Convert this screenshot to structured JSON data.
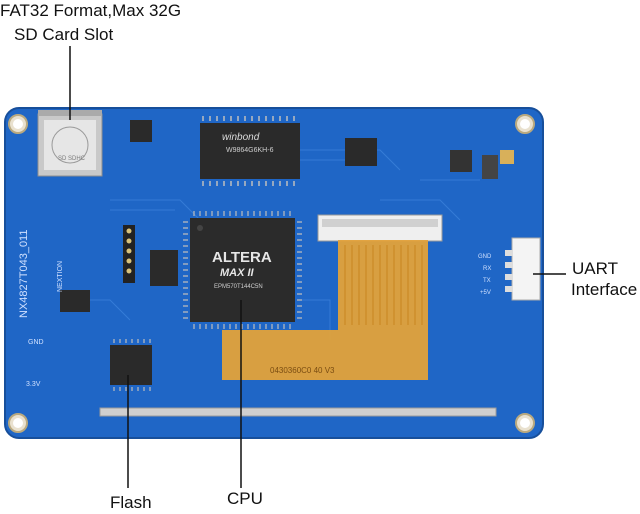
{
  "labels": {
    "sd_format": "FAT32 Format,Max 32G",
    "sd_slot": "SD Card Slot",
    "uart_line1": "UART",
    "uart_line2": "Interface",
    "flash": "Flash",
    "cpu": "CPU"
  },
  "board": {
    "model": "NX4827T043_011",
    "brand": "NEXTION",
    "cpu_brand": "ALTERA",
    "cpu_series": "MAX II",
    "cpu_part": "EPM570T144C5N",
    "ram_brand": "winbond",
    "ram_part": "W9864G6KH-6",
    "fpc_code": "0430360C0 40 V3",
    "uart_pins": [
      "GND",
      "RX",
      "TX",
      "+5V"
    ],
    "gnd_label": "GND",
    "v33_label": "3.3V",
    "sd_text": "SD SDHC"
  },
  "colors": {
    "pcb": "#1f66c6",
    "pcb_dark": "#17539f",
    "flex": "#e3a23a",
    "chip": "#2a2a2a"
  }
}
